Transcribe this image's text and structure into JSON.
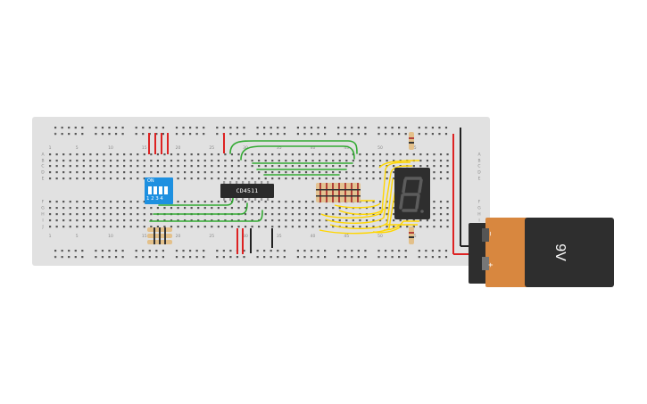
{
  "breadboard": {
    "column_numbers": [
      "1",
      "5",
      "10",
      "15",
      "20",
      "25",
      "30",
      "35",
      "40",
      "45",
      "50",
      "55"
    ],
    "row_letters_top": [
      "A",
      "B",
      "C",
      "D",
      "E"
    ],
    "row_letters_bottom": [
      "F",
      "G",
      "H",
      "I",
      "J"
    ],
    "rail_symbol": "+"
  },
  "ic_chip": {
    "label": "CD4511"
  },
  "dip_switch": {
    "on_label": "ON",
    "numbers": "1234"
  },
  "battery": {
    "label": "9V",
    "minus": "−",
    "plus": "+"
  },
  "colors": {
    "board": "#e1e1e1",
    "wire_green": "#33aa33",
    "wire_red": "#dd2222",
    "wire_black": "#222222",
    "wire_yellow": "#ffd600",
    "dip_blue": "#1e90e0",
    "battery_copper": "#d8873f",
    "battery_black": "#2e2e2e"
  }
}
